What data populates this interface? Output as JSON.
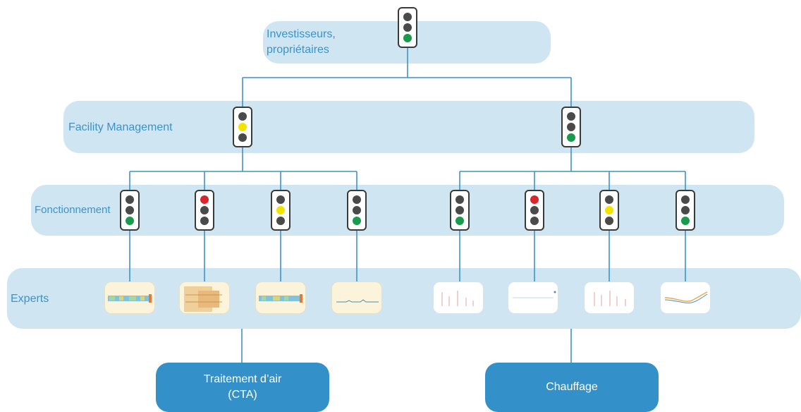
{
  "levels": {
    "investors": "Investisseurs,\npropriétaires",
    "facility": "Facility Management",
    "operation": "Fonctionnement",
    "experts": "Experts"
  },
  "systems": {
    "air": "Traitement d’air\n(CTA)",
    "heating": "Chauffage"
  },
  "colors": {
    "band": "#cfe5f2",
    "label": "#3d93c8",
    "line": "#3d93c8",
    "system_box": "#3390c8",
    "light_off": "#4a4a4a",
    "red": "#d8262b",
    "yellow": "#f2e400",
    "green": "#1a9a4c"
  },
  "status": {
    "investors": "green",
    "facility_air": "yellow",
    "facility_heating": "green",
    "operation": [
      "green",
      "red",
      "yellow",
      "green",
      "green",
      "red",
      "yellow",
      "green"
    ]
  },
  "expert_thumbnails": [
    "heatmap",
    "schematic",
    "heatmap",
    "sparse-line",
    "bar-chart",
    "flat-line",
    "bar-chart",
    "curve"
  ]
}
